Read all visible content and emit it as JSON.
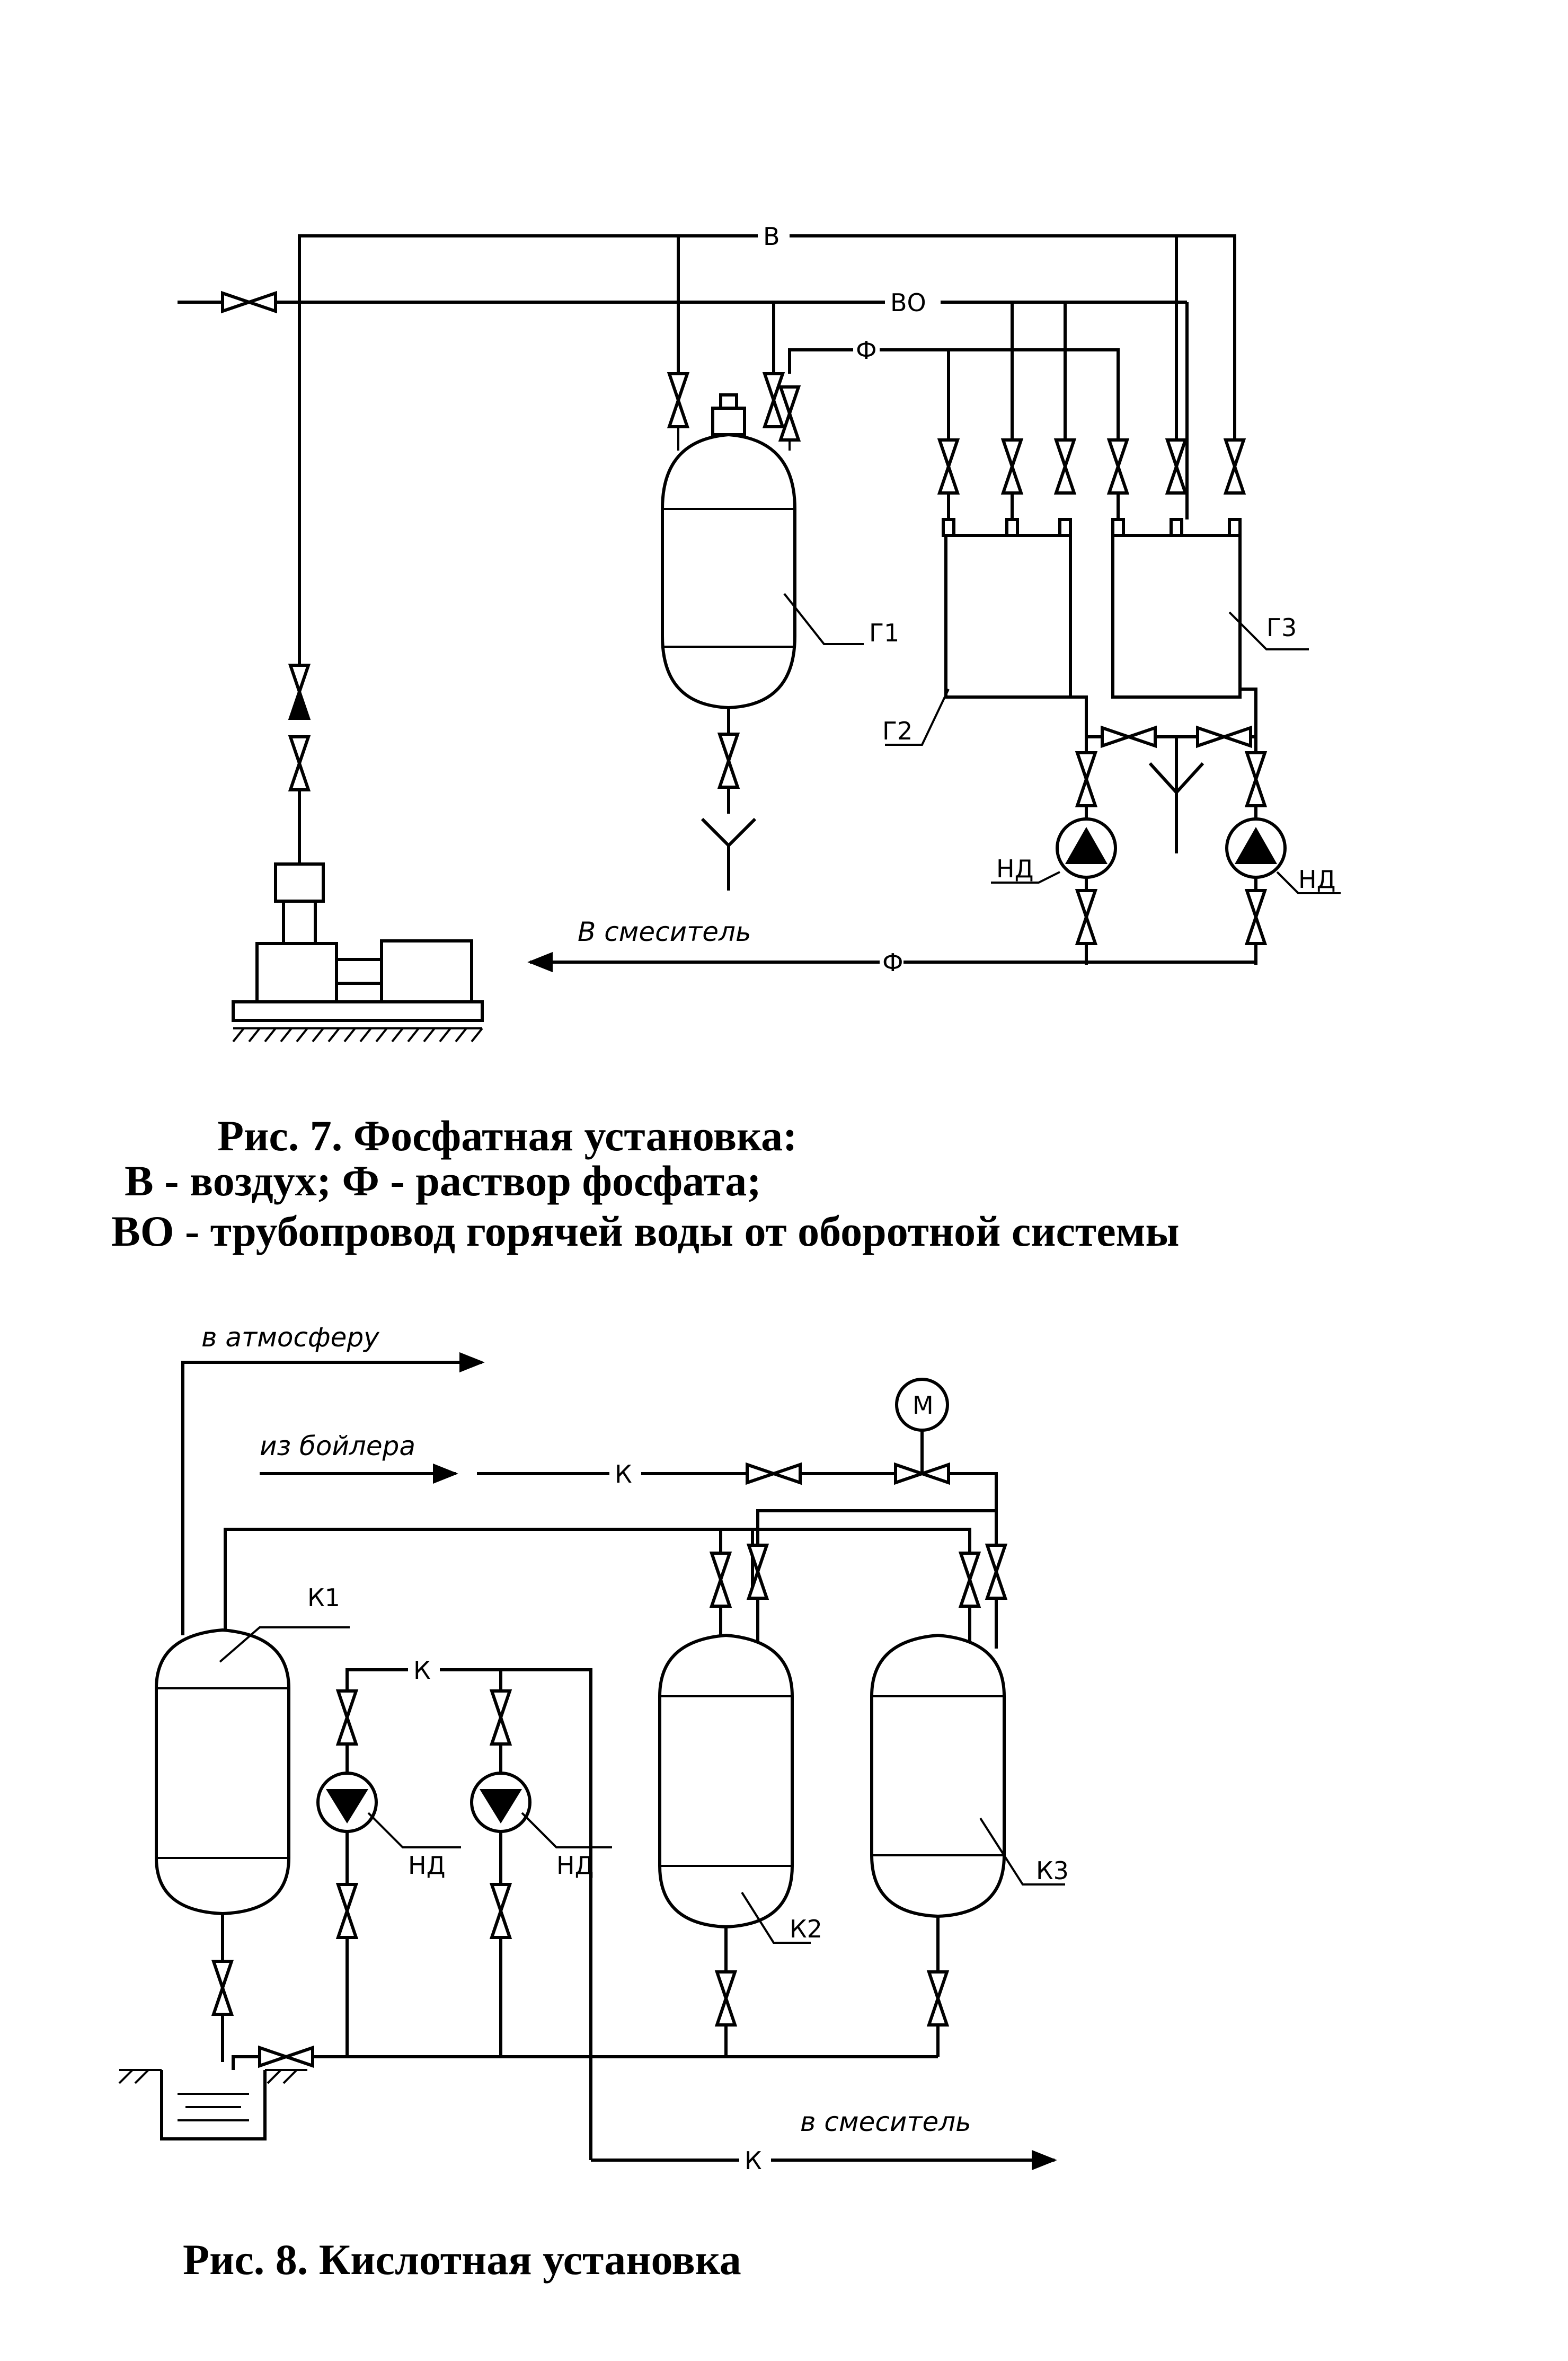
{
  "fig7": {
    "labels": {
      "air": "В",
      "hot_water": "ВО",
      "phosphate": "Ф",
      "phosphate_out": "Ф",
      "to_mixer": "В смеситель",
      "tank_g1": "Г1",
      "tank_g2": "Г2",
      "tank_g3": "Г3",
      "pump_left": "НД",
      "pump_right": "НД"
    },
    "caption": [
      "Рис. 7. Фосфатная установка:",
      "В - воздух; Ф - раствор фосфата;",
      "ВО - трубопровод горячей воды от оборотной системы"
    ]
  },
  "fig8": {
    "labels": {
      "to_atmosphere": "в атмосферу",
      "from_boiler": "из бойлера",
      "acid_top": "К",
      "acid_mid": "К",
      "acid_out": "К",
      "to_mixer": "в смеситель",
      "motor": "М",
      "tank_k1": "К1",
      "tank_k2": "К2",
      "tank_k3": "К3",
      "pump_left": "НД",
      "pump_right": "НД"
    },
    "caption": "Рис. 8. Кислотная установка"
  }
}
